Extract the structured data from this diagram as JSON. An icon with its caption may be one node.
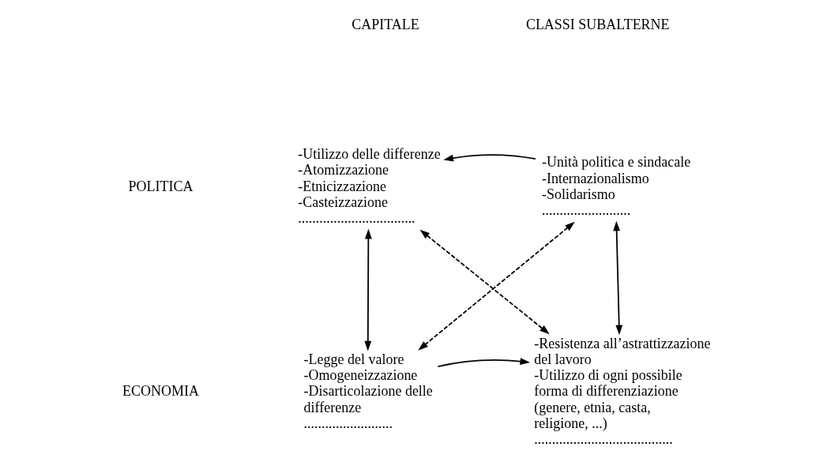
{
  "diagram": {
    "nodes": [
      {
        "text": [
          "-Utilizzo delle differenze",
          "-Atomizzazione",
          "-Etnicizzazione",
          "-Casteizzazione",
          "................................."
        ]
      },
      {
        "text": [
          "-Unità politica e sindacale",
          "-Internazionalismo",
          "-Solidarismo",
          "........................."
        ]
      },
      {
        "text": [
          "-Legge del valore",
          "-Omogeneizzazione",
          "-Disarticolazione delle differenze",
          "........................."
        ]
      },
      {
        "text": [
          "-Resistenza all’astrattizzazione del lavoro",
          "-Utilizzo di ogni possibile forma di differenziazione (genere, etnia, casta, religione, ...)",
          "......................................."
        ]
      }
    ],
    "edges": [
      {
        "from": 1,
        "to": 0,
        "arrow": "to"
      },
      {
        "from": 0,
        "to": 2,
        "arrow": "both"
      },
      {
        "from": 0,
        "to": 3,
        "arrow": "both",
        "style": "dashed"
      },
      {
        "from": 1,
        "to": 2,
        "arrow": "both",
        "style": "dashed"
      },
      {
        "from": 1,
        "to": 3,
        "arrow": "both"
      },
      {
        "from": 2,
        "to": 3,
        "arrow": "to"
      }
    ],
    "labels": [
      "CAPITALE",
      "CLASSI SUBALTERNE",
      "POLITICA",
      "ECONOMIA"
    ]
  }
}
